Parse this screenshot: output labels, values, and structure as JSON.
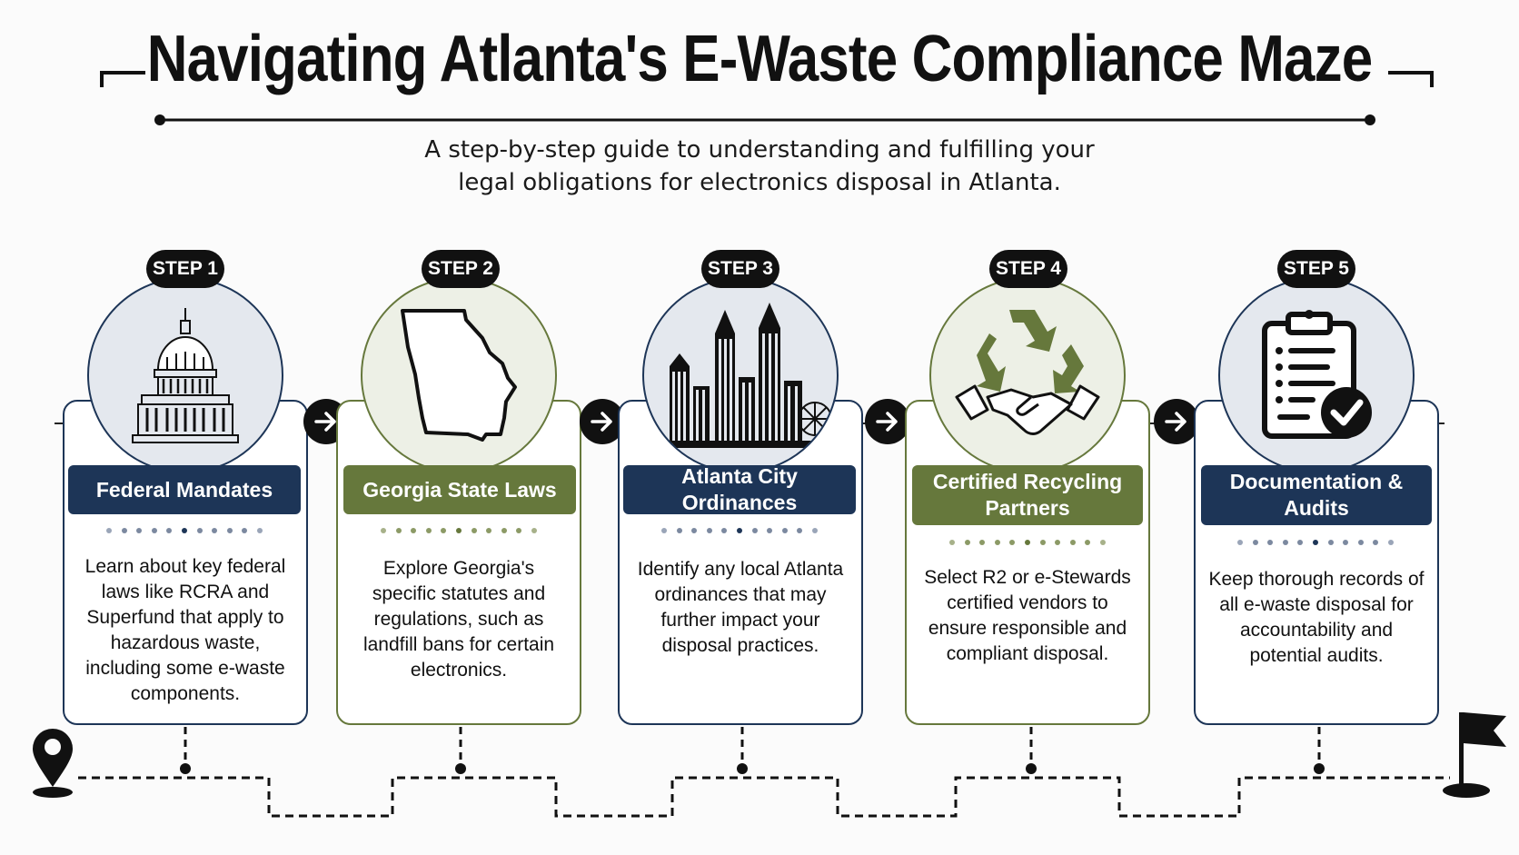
{
  "header": {
    "title": "Navigating Atlanta's E-Waste Compliance Maze",
    "subtitle_line1": "A step-by-step guide to understanding and fulfilling your",
    "subtitle_line2": "legal obligations for electronics disposal in Atlanta."
  },
  "colors": {
    "navy": "#1d3557",
    "olive": "#66783c",
    "dark": "#111111"
  },
  "steps": [
    {
      "badge": "STEP 1",
      "title": "Federal Mandates",
      "icon": "capitol-building-icon",
      "theme": "navy",
      "description": "Learn about key federal laws like RCRA and Superfund that apply to hazardous waste, including some e-waste components."
    },
    {
      "badge": "STEP 2",
      "title": "Georgia State Laws",
      "icon": "georgia-map-icon",
      "theme": "olive",
      "description": "Explore Georgia's specific statutes and regulations, such as landfill bans for certain electronics."
    },
    {
      "badge": "STEP 3",
      "title": "Atlanta City Ordinances",
      "icon": "atlanta-skyline-icon",
      "theme": "navy",
      "description": "Identify any local Atlanta ordinances that may further impact your disposal practices."
    },
    {
      "badge": "STEP 4",
      "title": "Certified Recycling Partners",
      "icon": "recycle-handshake-icon",
      "theme": "olive",
      "description": "Select R2 or e-Stewards certified vendors to ensure responsible and compliant disposal."
    },
    {
      "badge": "STEP 5",
      "title": "Documentation & Audits",
      "icon": "clipboard-check-icon",
      "theme": "navy",
      "description": "Keep thorough records of all e-waste disposal for accountability and potential audits."
    }
  ],
  "path": {
    "start_icon": "location-pin-icon",
    "end_icon": "finish-flag-icon",
    "connector_icon": "arrow-right-icon"
  }
}
